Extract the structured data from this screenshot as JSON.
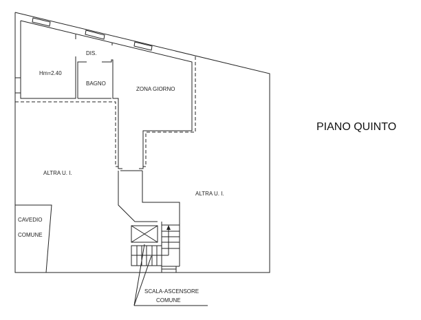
{
  "plan": {
    "title": "PIANO QUINTO",
    "rooms": {
      "dis": "DIS.",
      "height": "Hm=2.40",
      "bagno": "BAGNO",
      "zona_giorno": "ZONA GIORNO",
      "altra_left": "ALTRA U. I.",
      "altra_right": "ALTRA U. I.",
      "cavedio_1": "CAVEDIO",
      "cavedio_2": "COMUNE"
    },
    "callout": {
      "line1": "SCALA-ASCENSORE",
      "line2": "COMUNE"
    },
    "line_color": "#222222"
  }
}
